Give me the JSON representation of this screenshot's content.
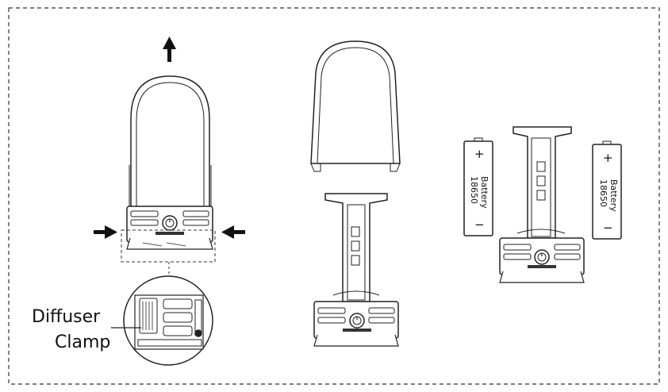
{
  "callout": {
    "line1": "Diffuser",
    "line2": "Clamp"
  },
  "batteries": [
    {
      "label": "Battery",
      "model": "18650",
      "plus": "+",
      "minus": "−"
    },
    {
      "label": "Battery",
      "model": "18650",
      "plus": "+",
      "minus": "−"
    }
  ],
  "colors": {
    "line": "#222222",
    "fill": "#ffffff",
    "frame": "#333333"
  },
  "icons": [
    "arrow-up-icon",
    "arrow-right-icon",
    "arrow-left-icon",
    "power-button-icon"
  ]
}
